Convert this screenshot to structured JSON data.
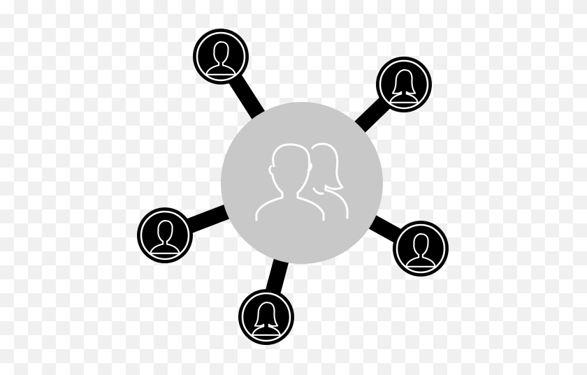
{
  "diagram": {
    "center": {
      "icon": "group-of-people-icon"
    },
    "nodes": [
      {
        "id": "top-left",
        "icon": "male-user-icon"
      },
      {
        "id": "top-right",
        "icon": "female-user-icon"
      },
      {
        "id": "left",
        "icon": "male-user-icon"
      },
      {
        "id": "bottom",
        "icon": "female-user-icon"
      },
      {
        "id": "right",
        "icon": "male-user-icon"
      }
    ]
  },
  "colors": {
    "hub_fill": "#c8c8c8",
    "hub_icon_stroke": "#ffffff",
    "node_fill": "#000000",
    "node_ring": "#ffffff",
    "connector": "#000000"
  }
}
